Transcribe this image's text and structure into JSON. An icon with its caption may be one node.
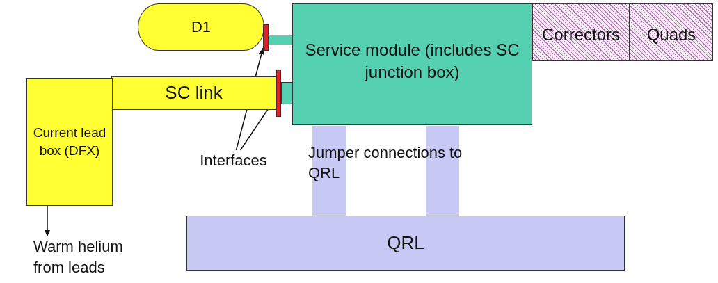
{
  "diagram": {
    "nodes": [
      {
        "text": [
          "D1"
        ]
      },
      {
        "text": [],
        "shape": "bar"
      },
      {
        "text": [
          "Service module (includes SC junction box)"
        ]
      },
      {
        "text": [
          "Correctors"
        ]
      },
      {
        "text": [
          "Quads"
        ]
      },
      {
        "text": [
          "SC link"
        ]
      },
      {
        "text": [],
        "shape": "bar"
      },
      {
        "text": [
          "Current lead box (DFX)"
        ]
      },
      {
        "text": [
          "Interfaces"
        ]
      },
      {
        "text": [],
        "shape": "bar"
      },
      {
        "text": [],
        "shape": "bar"
      },
      {
        "text": [
          "QRL"
        ]
      },
      {
        "text": [
          "Warm helium from leads"
        ]
      }
    ],
    "edges": [
      {
        "from": 8,
        "to": 1,
        "arrow": "to"
      },
      {
        "from": 8,
        "to": 6,
        "arrow": "to"
      },
      {
        "from": 7,
        "to": 12,
        "arrow": "to"
      }
    ],
    "labels": [
      "Jumper connections to QRL"
    ]
  }
}
